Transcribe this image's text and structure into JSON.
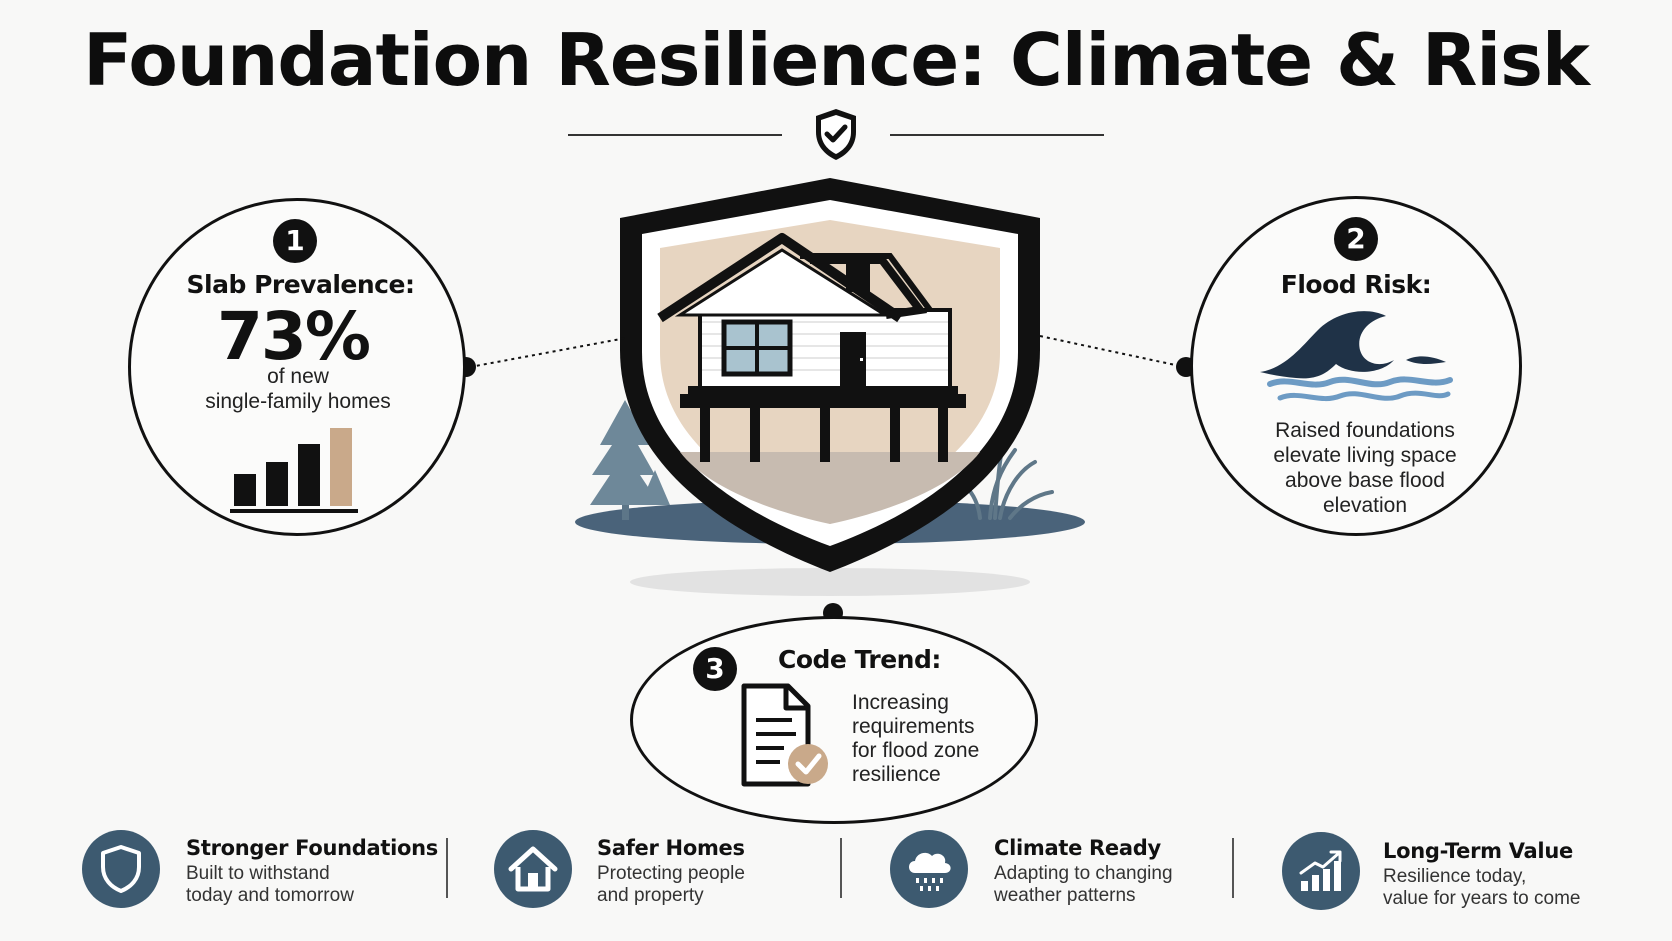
{
  "title": "Foundation Resilience: Climate & Risk",
  "colors": {
    "accent_tan": "#c9a98a",
    "slate_blue": "#3d5a70",
    "wave_dark": "#1f3247",
    "wave_light": "#6d9bc4"
  },
  "items": {
    "slab": {
      "number": "1",
      "label": "Slab Prevalence:",
      "value": "73%",
      "text_line1": "of new",
      "text_line2": "single-family homes"
    },
    "flood": {
      "number": "2",
      "label": "Flood Risk:",
      "text_line1": "Raised foundations",
      "text_line2": "elevate living space",
      "text_line3": "above base flood",
      "text_line4": "elevation"
    },
    "code": {
      "number": "3",
      "label": "Code Trend:",
      "text_line1": "Increasing",
      "text_line2": "requirements",
      "text_line3": "for flood zone",
      "text_line4": "resilience"
    }
  },
  "features": [
    {
      "icon": "shield-icon",
      "title": "Stronger Foundations",
      "line1": "Built to withstand",
      "line2": "today and tomorrow"
    },
    {
      "icon": "house-icon",
      "title": "Safer Homes",
      "line1": "Protecting people",
      "line2": "and property"
    },
    {
      "icon": "rain-cloud-icon",
      "title": "Climate Ready",
      "line1": "Adapting to changing",
      "line2": "weather patterns"
    },
    {
      "icon": "growth-chart-icon",
      "title": "Long-Term Value",
      "line1": "Resilience today,",
      "line2": "value for years to come"
    }
  ]
}
